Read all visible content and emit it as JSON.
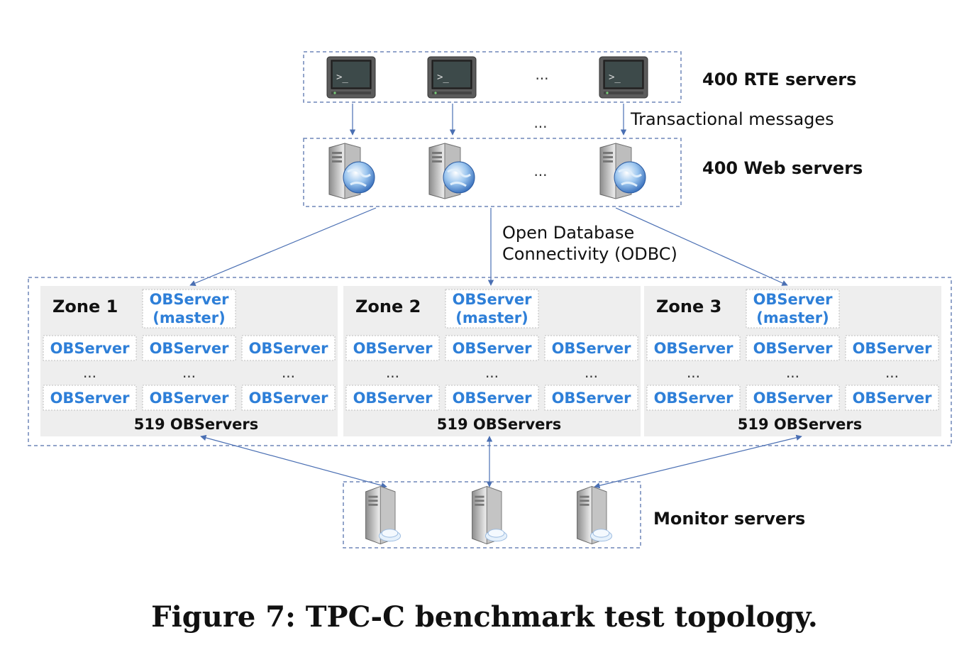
{
  "tiers": {
    "rte_label": "400 RTE servers",
    "web_label": "400 Web servers",
    "monitor_label": "Monitor servers",
    "transactional_messages": "Transactional messages",
    "odbc_line1": "Open Database",
    "odbc_line2": "Connectivity (ODBC)",
    "ellipsis": "..."
  },
  "zones": [
    {
      "name": "Zone 1",
      "master_line1": "OBServer",
      "master_line2": "(master)",
      "server_label": "OBServer",
      "count_label": "519 OBServers"
    },
    {
      "name": "Zone 2",
      "master_line1": "OBServer",
      "master_line2": "(master)",
      "server_label": "OBServer",
      "count_label": "519 OBServers"
    },
    {
      "name": "Zone 3",
      "master_line1": "OBServer",
      "master_line2": "(master)",
      "server_label": "OBServer",
      "count_label": "519 OBServers"
    }
  ],
  "icons": {
    "rte": "terminal-icon",
    "web": "web-server-icon",
    "monitor": "monitor-server-icon"
  },
  "colors": {
    "accent_blue": "#2e7fd8",
    "zone_bg": "#eeeeee",
    "dashed_border": "#6f86b8"
  },
  "caption": "Figure 7: TPC-C benchmark test topology."
}
